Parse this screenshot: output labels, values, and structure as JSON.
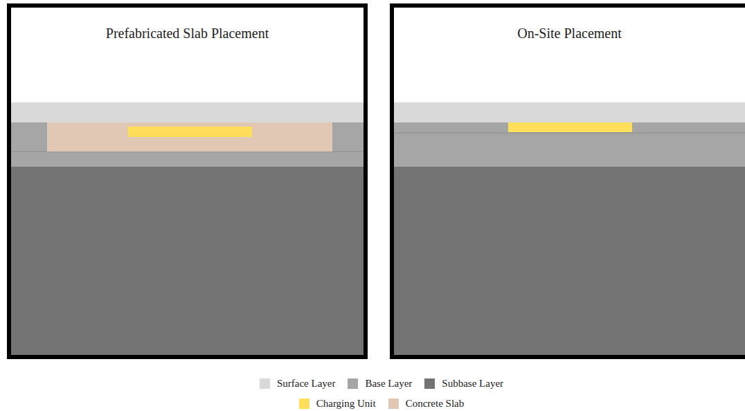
{
  "diagram": {
    "nodes": [
      {
        "text": [
          "Prefabricated Slab Placement"
        ]
      },
      {
        "text": [
          "On-Site Placement"
        ]
      }
    ],
    "legend": [
      {
        "text": "Surface Layer",
        "color": "#d9d9d9"
      },
      {
        "text": "Base Layer",
        "color": "#a6a6a6"
      },
      {
        "text": "Subbase Layer",
        "color": "#737373"
      },
      {
        "text": "Charging Unit",
        "color": "#ffde59"
      },
      {
        "text": "Concrete Slab",
        "color": "#e0c8b5"
      }
    ]
  }
}
